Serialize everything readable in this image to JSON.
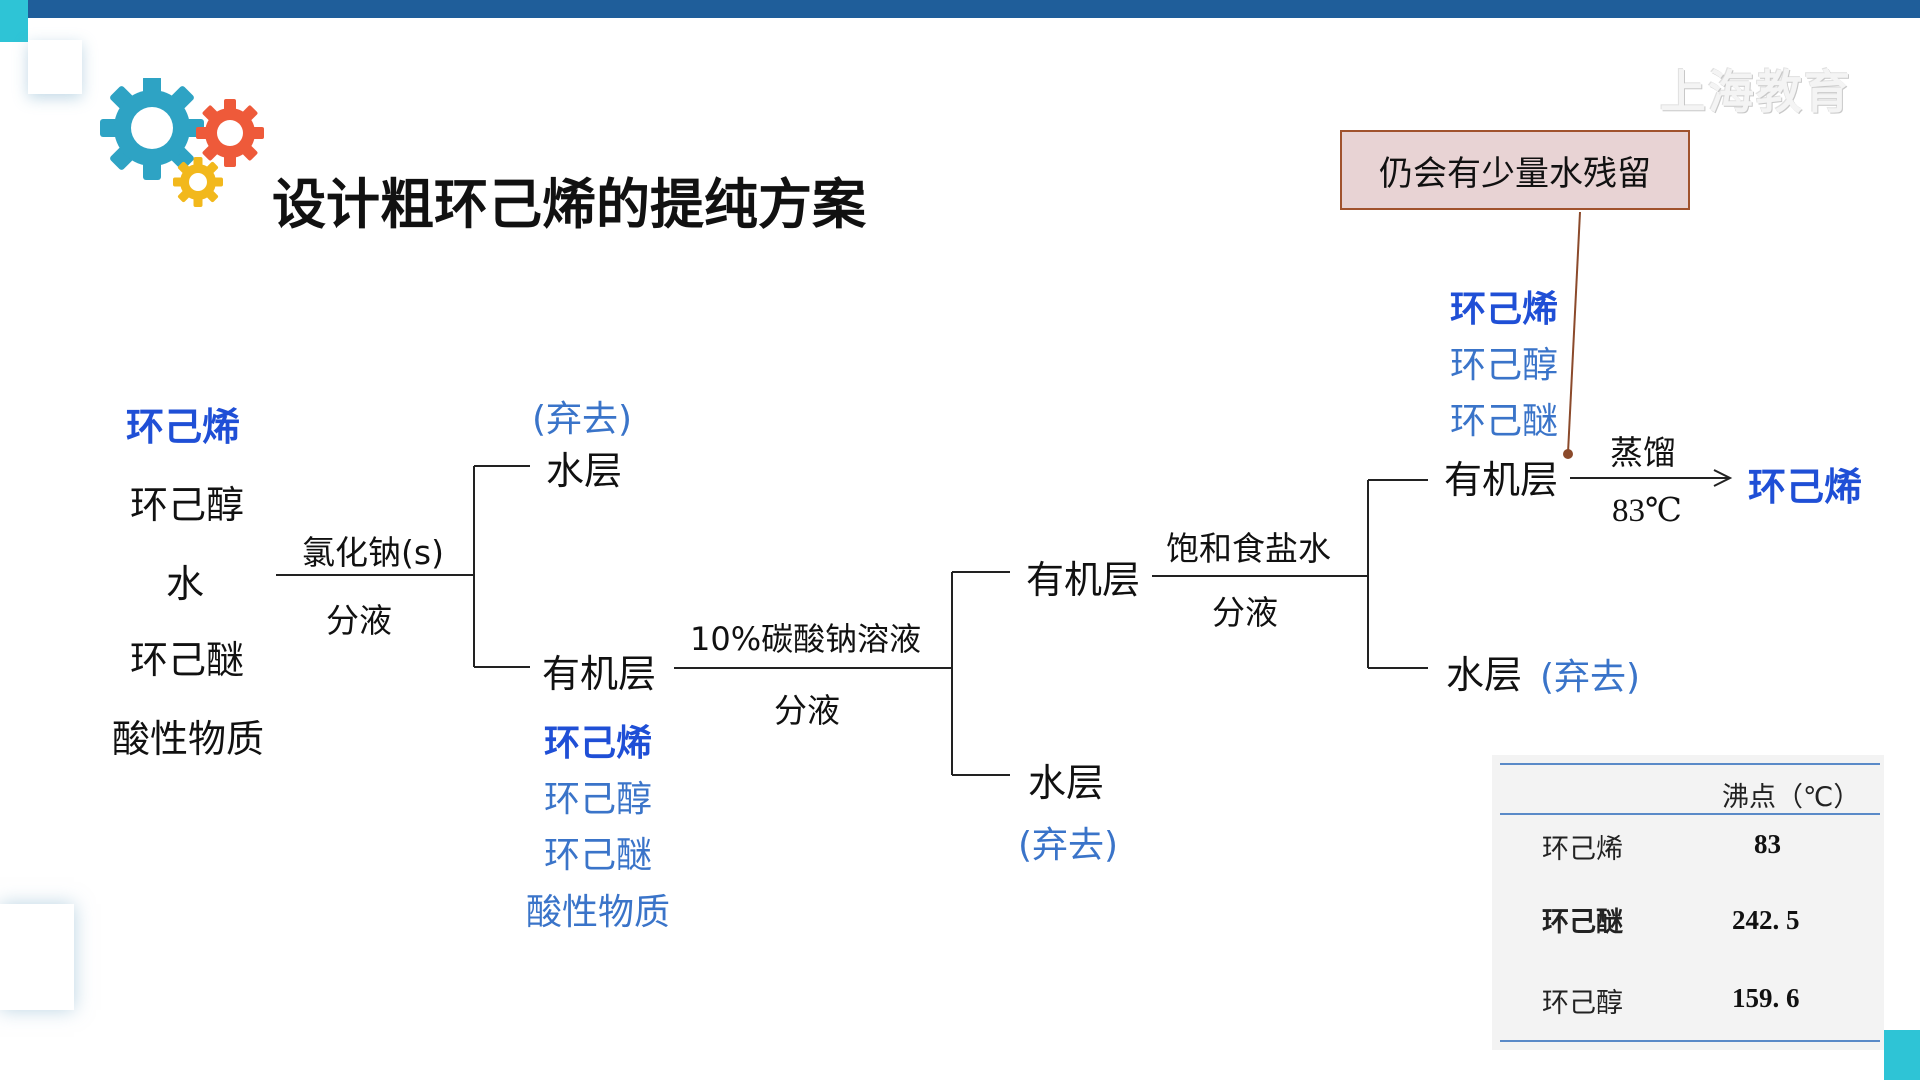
{
  "title": "设计粗环己烯的提纯方案",
  "watermark": "上海教育",
  "note": "仍会有少量水残留",
  "crude": [
    "环己烯",
    "环己醇",
    "水",
    "环己醚",
    "酸性物质"
  ],
  "step1": {
    "reagent": "氯化钠(s)",
    "op": "分液",
    "discard": "(弃去)",
    "water_layer": "水层",
    "organic_layer": "有机层",
    "organic_contents": [
      "环己烯",
      "环己醇",
      "环己醚",
      "酸性物质"
    ]
  },
  "step2": {
    "reagent": "10%碳酸钠溶液",
    "op": "分液",
    "organic_layer": "有机层",
    "water_layer": "水层",
    "discard": "(弃去)"
  },
  "step3": {
    "reagent": "饱和食盐水",
    "op": "分液",
    "organic_layer": "有机层",
    "organic_contents": [
      "环己烯",
      "环己醇",
      "环己醚"
    ],
    "water_layer": "水层",
    "discard": "(弃去)"
  },
  "step4": {
    "op": "蒸馏",
    "temp": "83℃",
    "product": "环己烯"
  },
  "table": {
    "header": "沸点（℃）",
    "rows": [
      {
        "name": "环己烯",
        "value": "83"
      },
      {
        "name": "环己醚",
        "value": "242. 5"
      },
      {
        "name": "环己醇",
        "value": "159. 6"
      }
    ]
  },
  "colors": {
    "topbar": "#1f5e9a",
    "accent": "#2ec4d6",
    "highlight": "#1f4fd6",
    "light_blue": "#3a74c9",
    "note_bg": "#e8d3d4"
  }
}
